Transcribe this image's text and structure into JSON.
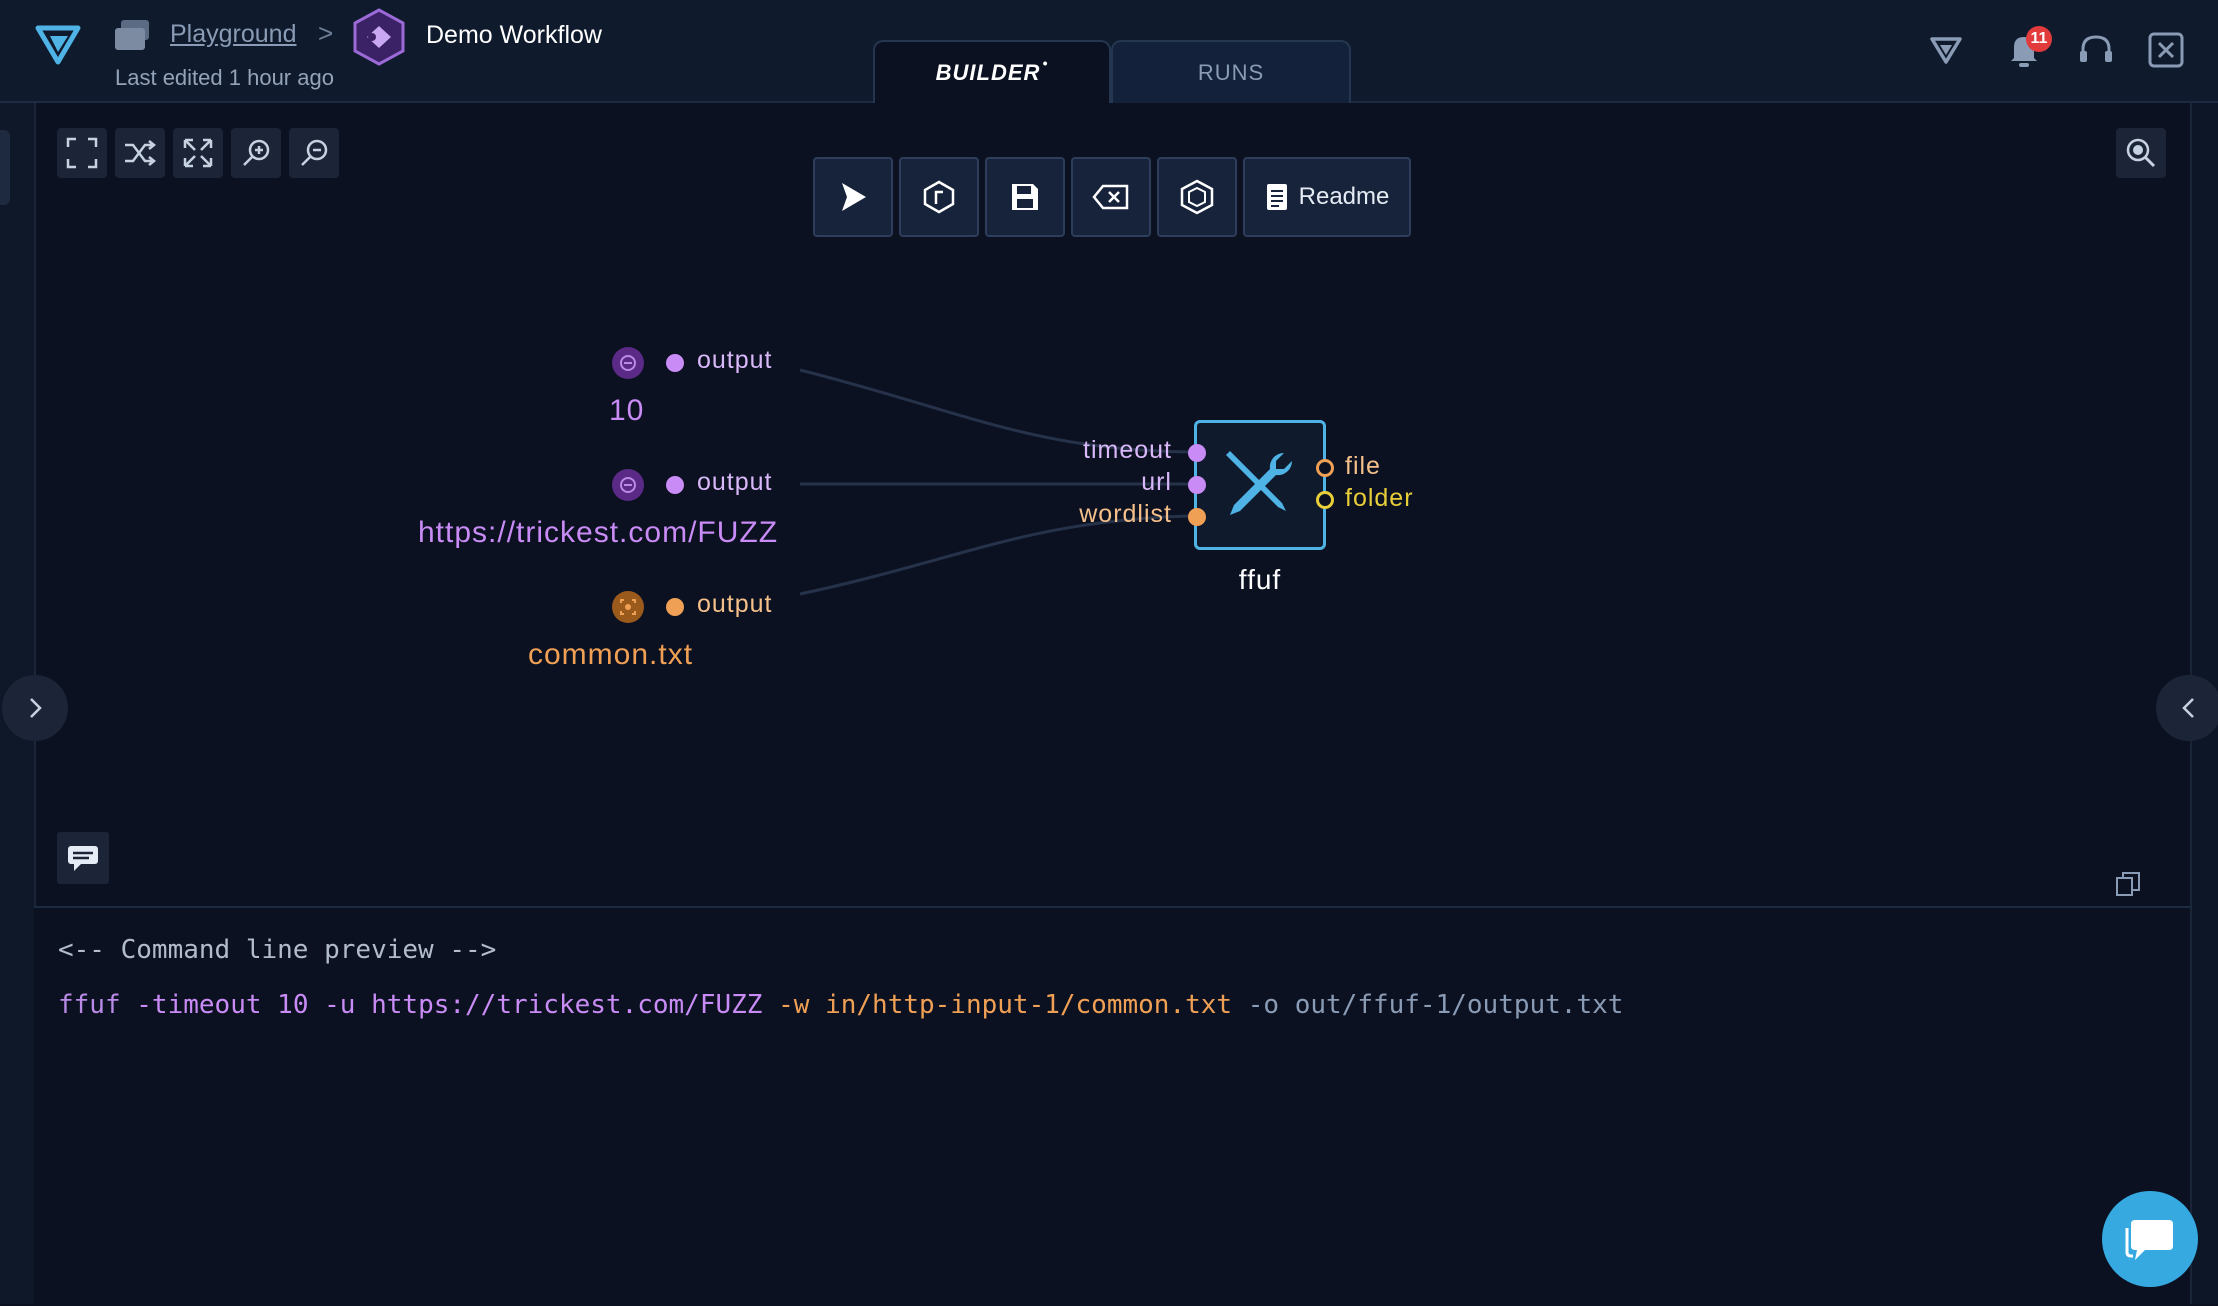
{
  "header": {
    "logo_icon": "trickest-logo-icon",
    "breadcrumb_icon": "playground-stack-icon",
    "breadcrumb_link": "Playground",
    "breadcrumb_separator": ">",
    "workflow_title": "Demo Workflow",
    "last_edited": "Last edited 1 hour ago",
    "tabs": [
      {
        "label": "BUILDER",
        "active": true,
        "unsaved_marker": "•"
      },
      {
        "label": "RUNS",
        "active": false
      }
    ],
    "right_icons": [
      "trickest-logo-icon",
      "bell-icon",
      "headset-icon",
      "close-icon"
    ],
    "notification_count": "11"
  },
  "canvas": {
    "view_tools": [
      "fullscreen-icon",
      "shuffle-icon",
      "fit-view-icon",
      "zoom-in-icon",
      "zoom-out-icon"
    ],
    "actions": [
      "play-icon",
      "node-icon",
      "save-icon",
      "clear-icon",
      "hexagon-icon"
    ],
    "readme_label": "Readme",
    "inputs": [
      {
        "label": "output",
        "value": "10",
        "color": "#c98bf5",
        "kind": "string"
      },
      {
        "label": "output",
        "value": "https://trickest.com/FUZZ",
        "color": "#c98bf5",
        "kind": "string"
      },
      {
        "label": "output",
        "value": "common.txt",
        "color": "#f0a055",
        "kind": "file"
      }
    ],
    "tool_node": {
      "name": "ffuf",
      "icon": "tools-wrench-screwdriver-icon",
      "inputs": [
        {
          "label": "timeout",
          "color": "#c98bf5"
        },
        {
          "label": "url",
          "color": "#c98bf5"
        },
        {
          "label": "wordlist",
          "color": "#f0a055"
        }
      ],
      "outputs": [
        {
          "label": "file",
          "color": "#f0a055"
        },
        {
          "label": "folder",
          "color": "#e8cf3a"
        }
      ]
    }
  },
  "console": {
    "comment_line": "<-- Command line preview -->",
    "command": {
      "tool": "ffuf",
      "timeout_flag": "-timeout",
      "timeout_value": "10",
      "url_flag": "-u",
      "url_value": "https://trickest.com/FUZZ",
      "wordlist_flag": "-w",
      "wordlist_value": "in/http-input-1/common.txt",
      "output_flag": "-o",
      "output_value": "out/ffuf-1/output.txt"
    }
  },
  "colors": {
    "accent_blue": "#4fb3e6",
    "string_purple": "#c98bf5",
    "file_orange": "#f0a055",
    "folder_yellow": "#e8cf3a",
    "notification_red": "#e23b3b"
  }
}
